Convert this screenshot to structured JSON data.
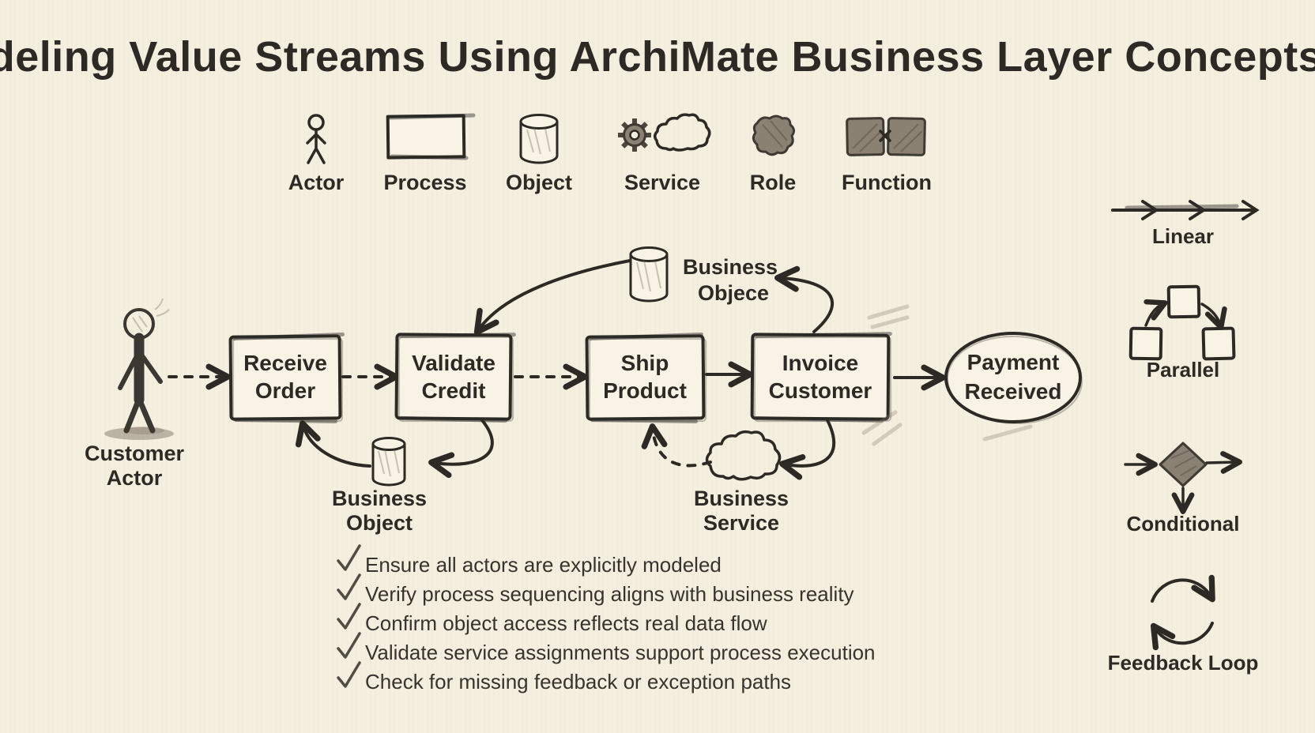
{
  "title": "Modeling Value Streams Using ArchiMate Business Layer Concepts",
  "legend": {
    "items": [
      {
        "label": "Actor",
        "icon": "actor-icon"
      },
      {
        "label": "Process",
        "icon": "process-icon"
      },
      {
        "label": "Object",
        "icon": "object-icon"
      },
      {
        "label": "Service",
        "icon": "service-icon"
      },
      {
        "label": "Role",
        "icon": "role-icon"
      },
      {
        "label": "Function",
        "icon": "function-icon"
      }
    ]
  },
  "flow": {
    "actor": {
      "line1": "Customer",
      "line2": "Actor"
    },
    "steps": [
      {
        "line1": "Receive",
        "line2": "Order"
      },
      {
        "line1": "Validate",
        "line2": "Credit"
      },
      {
        "line1": "Ship",
        "line2": "Product"
      },
      {
        "line1": "Invoice",
        "line2": "Customer"
      }
    ],
    "end_state": {
      "line1": "Payment",
      "line2": "Received"
    },
    "annotations": {
      "top_object": {
        "line1": "Business",
        "line2": "Objece"
      },
      "bottom_object": {
        "line1": "Business",
        "line2": "Object"
      },
      "service": {
        "line1": "Business",
        "line2": "Service"
      }
    }
  },
  "patterns": [
    {
      "label": "Linear",
      "icon": "linear-arrow-icon"
    },
    {
      "label": "Parallel",
      "icon": "parallel-split-icon"
    },
    {
      "label": "Conditional",
      "icon": "decision-diamond-icon"
    },
    {
      "label": "Feedback Loop",
      "icon": "cycle-arrows-icon"
    }
  ],
  "checklist": [
    "Ensure all actors are explicitly modeled",
    "Verify process sequencing aligns with business reality",
    "Confirm object access reflects real data flow",
    "Validate service assignments support process execution",
    "Check for missing feedback or exception paths"
  ],
  "colors": {
    "background": "#f5efdf",
    "ink": "#2d2a26",
    "pencil": "#8b8173",
    "paper": "#f8f3e4"
  }
}
